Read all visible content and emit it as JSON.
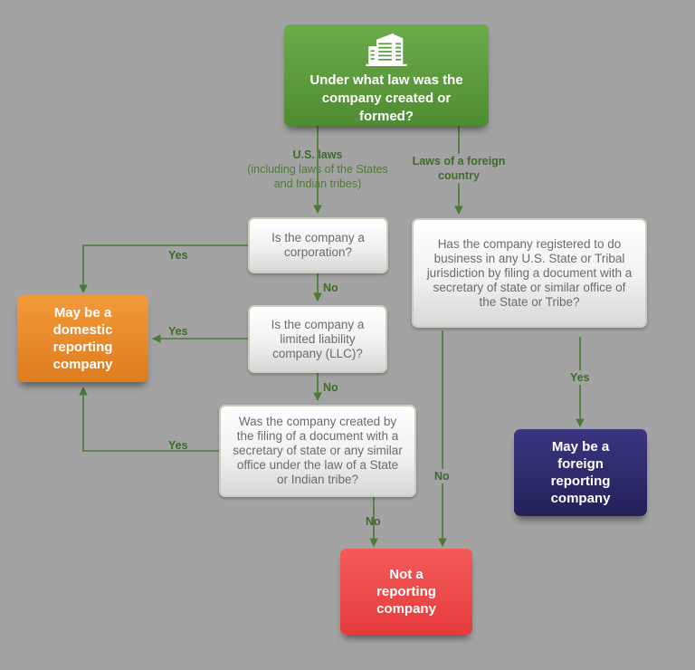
{
  "start": {
    "text": "Under what law was the company created or formed?",
    "icon": "building-icon"
  },
  "branches": {
    "us": {
      "title": "U.S. laws",
      "detail": "(including laws of the States and Indian tribes)"
    },
    "foreign": {
      "title": "Laws of a foreign country"
    }
  },
  "questions": {
    "corporation": "Is the company a corporation?",
    "llc": "Is the company a limited liability company (LLC)?",
    "filing": "Was the company created by the filing of a document with a secretary of state or any similar office under the law of a State or Indian tribe?",
    "registered": "Has the company registered to do business in any U.S. State or Tribal jurisdiction by filing a document with a secretary of state or similar office of the State or Tribe?"
  },
  "results": {
    "domestic": "May be a domestic reporting company",
    "foreign": "May be a foreign reporting company",
    "not": "Not a reporting company"
  },
  "edge_labels": {
    "yes": "Yes",
    "no": "No"
  },
  "colors": {
    "background": "#a3a3a3",
    "connector": "#4a7a33",
    "start": "#5a9a3c",
    "domestic": "#e8892a",
    "foreign": "#2d2a68",
    "not": "#ef4747"
  }
}
